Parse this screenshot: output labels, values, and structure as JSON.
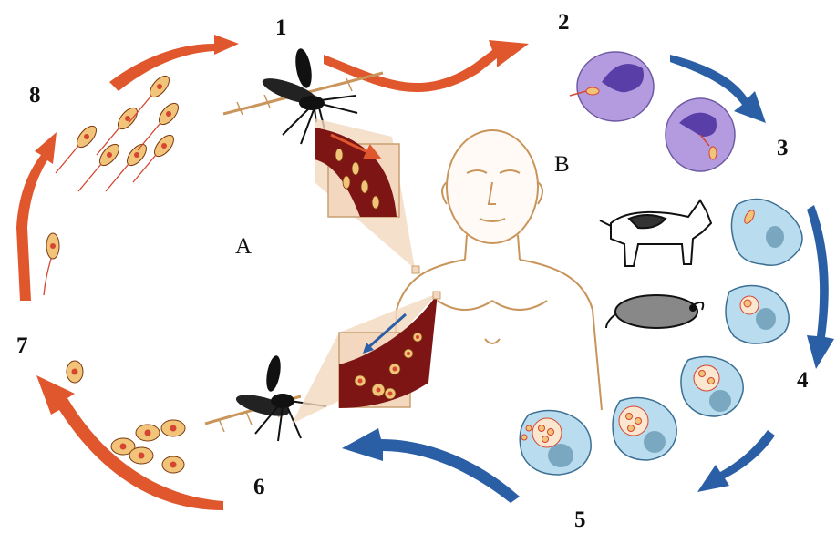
{
  "stage_labels": [
    "1",
    "2",
    "3",
    "4",
    "5",
    "6",
    "7",
    "8"
  ],
  "region_labels": {
    "A": "A",
    "B": "B"
  },
  "colors": {
    "vector_arrow": "#e0572d",
    "host_arrow": "#2a5fa6",
    "blood": "#7d1515",
    "skin": "#f3d8bf",
    "macrophage": "#b9dcee",
    "macrophage_outline": "#3b6f93",
    "cell_violet": "#b49be0",
    "parasite": "#f2c47a",
    "nucleus": "#d64530",
    "outline": "#c8a070"
  }
}
